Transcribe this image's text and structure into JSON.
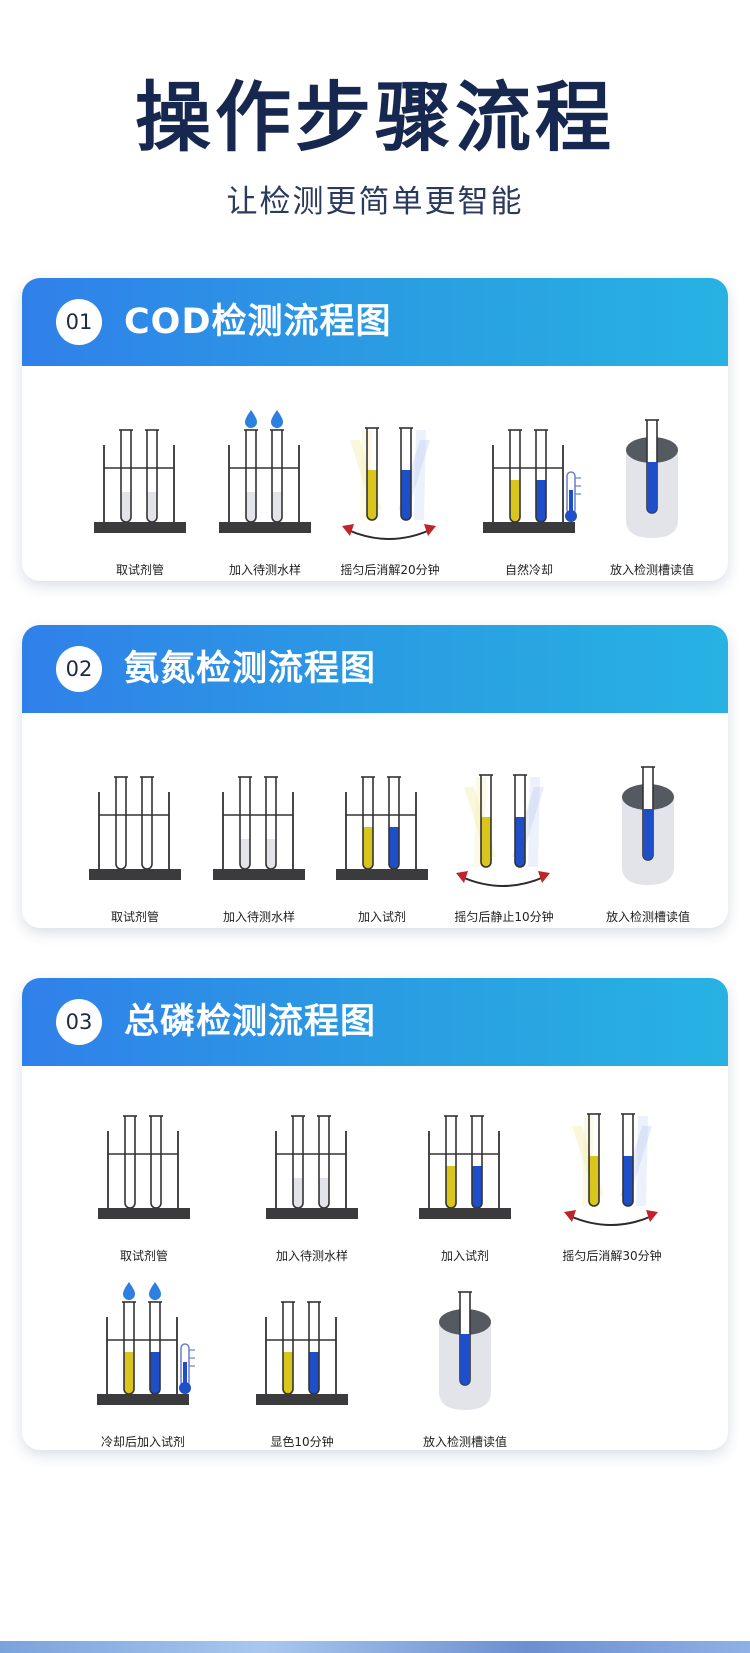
{
  "header": {
    "title": "操作步骤流程",
    "subtitle": "让检测更简单更智能"
  },
  "sections": [
    {
      "number": "01",
      "title": "COD检测流程图",
      "steps": [
        {
          "label": "取试剂管",
          "icon": "test-tubes-in-rack-icon"
        },
        {
          "label": "加入待测水样",
          "icon": "water-drops-into-tubes-icon"
        },
        {
          "label": "摇匀后消解20分钟",
          "icon": "shake-tubes-icon"
        },
        {
          "label": "自然冷却",
          "icon": "cooling-thermometer-icon"
        },
        {
          "label": "放入检测槽读值",
          "icon": "detection-slot-icon"
        }
      ]
    },
    {
      "number": "02",
      "title": "氨氮检测流程图",
      "steps": [
        {
          "label": "取试剂管",
          "icon": "test-tubes-in-rack-icon"
        },
        {
          "label": "加入待测水样",
          "icon": "water-sample-tubes-icon"
        },
        {
          "label": "加入试剂",
          "icon": "reagent-tubes-icon"
        },
        {
          "label": "摇匀后静止10分钟",
          "icon": "shake-tubes-icon"
        },
        {
          "label": "放入检测槽读值",
          "icon": "detection-slot-icon"
        }
      ]
    },
    {
      "number": "03",
      "title": "总磷检测流程图",
      "steps": [
        {
          "label": "取试剂管",
          "icon": "test-tubes-in-rack-icon"
        },
        {
          "label": "加入待测水样",
          "icon": "water-sample-tubes-icon"
        },
        {
          "label": "加入试剂",
          "icon": "reagent-tubes-icon"
        },
        {
          "label": "摇匀后消解30分钟",
          "icon": "shake-tubes-icon"
        },
        {
          "label": "冷却后加入试剂",
          "icon": "cool-add-reagent-icon"
        },
        {
          "label": "显色10分钟",
          "icon": "color-develop-icon"
        },
        {
          "label": "放入检测槽读值",
          "icon": "detection-slot-icon"
        }
      ]
    }
  ],
  "colors": {
    "title": "#172850",
    "header_gradient_start": "#3080ea",
    "header_gradient_end": "#27b2e3",
    "reagent_yellow": "#d9c51c",
    "reagent_blue": "#1f4fc8",
    "drop_blue": "#2d7fe0",
    "arrow_red": "#c0242a"
  }
}
